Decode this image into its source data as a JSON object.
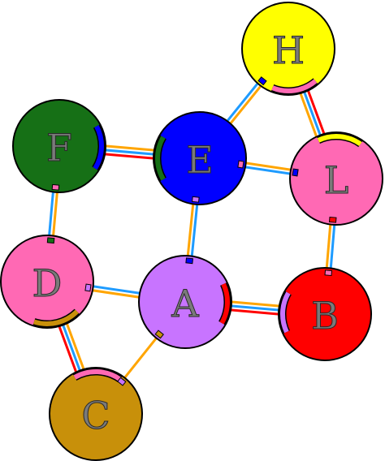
{
  "nodes": [
    {
      "id": "H",
      "label": "H",
      "color": "#ffff00"
    },
    {
      "id": "F",
      "label": "F",
      "color": "#167016"
    },
    {
      "id": "E",
      "label": "E",
      "color": "#0000ff"
    },
    {
      "id": "L",
      "label": "L",
      "color": "#ff69b4"
    },
    {
      "id": "D",
      "label": "D",
      "color": "#ff69b4"
    },
    {
      "id": "A",
      "label": "A",
      "color": "#c874ff"
    },
    {
      "id": "B",
      "label": "B",
      "color": "#ff0000"
    },
    {
      "id": "C",
      "label": "C",
      "color": "#c8900a"
    }
  ],
  "edges": [
    {
      "from": "H",
      "to": "E",
      "colors": [
        "#ffa500",
        "#1e9bff"
      ]
    },
    {
      "from": "H",
      "to": "L",
      "colors": [
        "#ff0000",
        "#1e9bff",
        "#ffa500"
      ]
    },
    {
      "from": "F",
      "to": "E",
      "colors": [
        "#ffa500",
        "#1e9bff",
        "#ff0000"
      ]
    },
    {
      "from": "E",
      "to": "L",
      "colors": [
        "#ffa500",
        "#1e9bff"
      ]
    },
    {
      "from": "F",
      "to": "D",
      "colors": [
        "#ffa500",
        "#1e9bff"
      ]
    },
    {
      "from": "E",
      "to": "A",
      "colors": [
        "#1e9bff",
        "#ffa500"
      ]
    },
    {
      "from": "L",
      "to": "B",
      "colors": [
        "#1e9bff",
        "#ffa500"
      ]
    },
    {
      "from": "D",
      "to": "A",
      "colors": [
        "#1e9bff",
        "#ffa500"
      ]
    },
    {
      "from": "A",
      "to": "B",
      "colors": [
        "#ffa500",
        "#1e9bff",
        "#ff0000"
      ]
    },
    {
      "from": "D",
      "to": "C",
      "colors": [
        "#ffa500",
        "#1e9bff",
        "#ff0000"
      ]
    },
    {
      "from": "A",
      "to": "C",
      "colors": [
        "#ffa500"
      ]
    }
  ],
  "arcs": [
    {
      "node": "H",
      "color": "#ff69b4",
      "start": 50,
      "end": 112
    },
    {
      "node": "F",
      "color": "#0000ff",
      "start": -28,
      "end": 32
    },
    {
      "node": "E",
      "color": "#167016",
      "start": 150,
      "end": 210
    },
    {
      "node": "L",
      "color": "#ffff00",
      "start": -115,
      "end": -55
    },
    {
      "node": "D",
      "color": "#c8900a",
      "start": 45,
      "end": 108
    },
    {
      "node": "A",
      "color": "#ff0000",
      "start": -25,
      "end": 30
    },
    {
      "node": "B",
      "color": "#c874ff",
      "start": 155,
      "end": 210
    },
    {
      "node": "C",
      "color": "#ff69b4",
      "start": -120,
      "end": -55
    }
  ],
  "ticks": [
    {
      "node": "H",
      "to": "E",
      "color": "#0000ff"
    },
    {
      "node": "E",
      "to": "L",
      "color": "#ff69b4"
    },
    {
      "node": "E",
      "to": "A",
      "color": "#c874ff"
    },
    {
      "node": "F",
      "to": "D",
      "color": "#ff69b4"
    },
    {
      "node": "D",
      "to": "F",
      "color": "#167016"
    },
    {
      "node": "D",
      "to": "A",
      "color": "#c874ff"
    },
    {
      "node": "A",
      "to": "E",
      "color": "#0000ff"
    },
    {
      "node": "A",
      "to": "C",
      "color": "#c8900a"
    },
    {
      "node": "C",
      "to": "A",
      "color": "#c874ff"
    },
    {
      "node": "L",
      "to": "E",
      "color": "#0000ff"
    },
    {
      "node": "L",
      "to": "B",
      "color": "#ff0000"
    },
    {
      "node": "B",
      "to": "L",
      "color": "#ff69b4"
    }
  ]
}
